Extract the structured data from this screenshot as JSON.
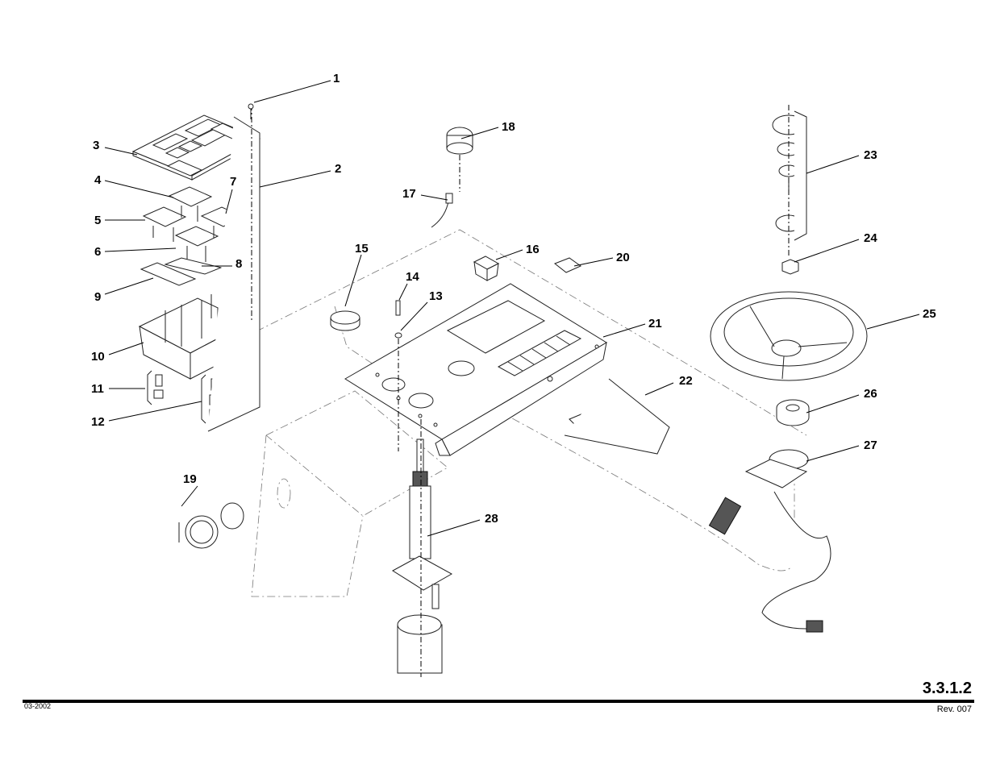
{
  "diagram": {
    "callouts": [
      {
        "id": "1",
        "label": "1"
      },
      {
        "id": "2",
        "label": "2"
      },
      {
        "id": "3",
        "label": "3"
      },
      {
        "id": "4",
        "label": "4"
      },
      {
        "id": "5",
        "label": "5"
      },
      {
        "id": "6",
        "label": "6"
      },
      {
        "id": "7",
        "label": "7"
      },
      {
        "id": "8",
        "label": "8"
      },
      {
        "id": "9",
        "label": "9"
      },
      {
        "id": "10",
        "label": "10"
      },
      {
        "id": "11",
        "label": "11"
      },
      {
        "id": "12",
        "label": "12"
      },
      {
        "id": "13",
        "label": "13"
      },
      {
        "id": "14",
        "label": "14"
      },
      {
        "id": "15",
        "label": "15"
      },
      {
        "id": "16",
        "label": "16"
      },
      {
        "id": "17",
        "label": "17"
      },
      {
        "id": "18",
        "label": "18"
      },
      {
        "id": "19",
        "label": "19"
      },
      {
        "id": "20",
        "label": "20"
      },
      {
        "id": "21",
        "label": "21"
      },
      {
        "id": "22",
        "label": "22"
      },
      {
        "id": "23",
        "label": "23"
      },
      {
        "id": "24",
        "label": "24"
      },
      {
        "id": "25",
        "label": "25"
      },
      {
        "id": "26",
        "label": "26"
      },
      {
        "id": "27",
        "label": "27"
      },
      {
        "id": "28",
        "label": "28"
      }
    ]
  },
  "footer": {
    "section": "3.3.1.2",
    "date_code": "03-2002",
    "revision": "Rev. 007"
  }
}
